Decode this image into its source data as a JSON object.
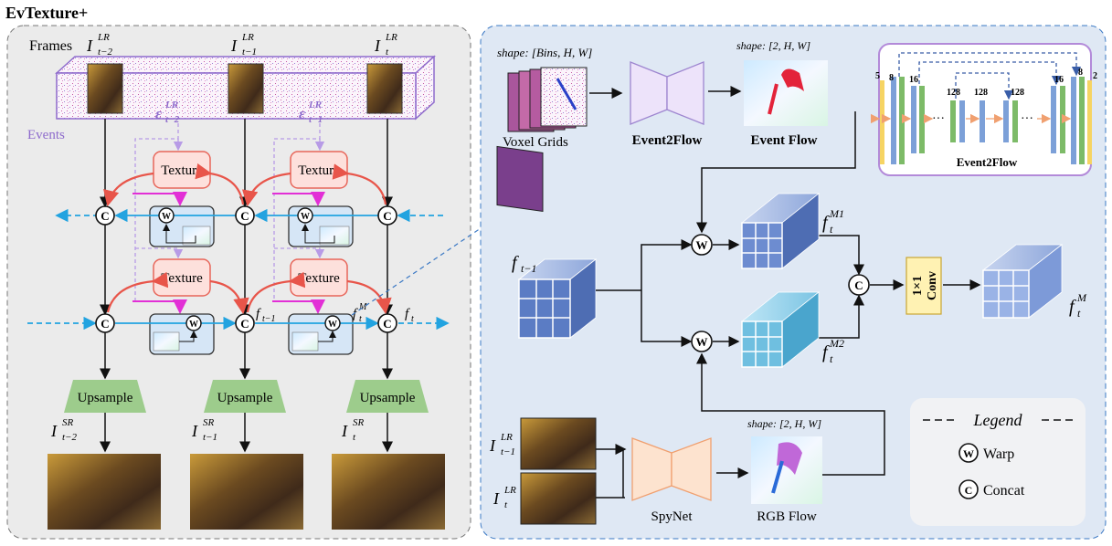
{
  "title": "EvTexture+",
  "left": {
    "frames_label": "Frames",
    "frame_labels": [
      {
        "base": "I",
        "sup": "LR",
        "sub": "t−2"
      },
      {
        "base": "I",
        "sup": "LR",
        "sub": "t−1"
      },
      {
        "base": "I",
        "sup": "LR",
        "sub": "t"
      }
    ],
    "event_labels": [
      {
        "base": "ε",
        "sup": "LR",
        "sub": "t−2"
      },
      {
        "base": "ε",
        "sup": "LR",
        "sub": "t−1"
      }
    ],
    "events_label": "Events",
    "texture_label": "Texture",
    "warp_symbol": "W",
    "concat_symbol": "C",
    "f_prev": {
      "base": "f",
      "sub": "t−1"
    },
    "f_m": {
      "base": "f",
      "sup": "M",
      "sub": "t"
    },
    "f_t": {
      "base": "f",
      "sub": "t"
    },
    "upsample_label": "Upsample",
    "sr_labels": [
      {
        "base": "I",
        "sup": "SR",
        "sub": "t−2"
      },
      {
        "base": "I",
        "sup": "SR",
        "sub": "t−1"
      },
      {
        "base": "I",
        "sup": "SR",
        "sub": "t"
      }
    ]
  },
  "right": {
    "voxel_shape": "shape: [Bins, H, W]",
    "voxel_label": "Voxel Grids",
    "event2flow_label": "Event2Flow",
    "event_flow_shape": "shape: [2, H, W]",
    "event_flow_label": "Event Flow",
    "unet": {
      "channels": [
        "5",
        "8",
        "16",
        "128",
        "128",
        "128",
        "16",
        "8",
        "2"
      ],
      "ellipsis": "···",
      "label": "Event2Flow"
    },
    "f_prev": {
      "base": "f",
      "sub": "t−1"
    },
    "fm1": {
      "base": "f",
      "sup": "M1",
      "sub": "t"
    },
    "fm2": {
      "base": "f",
      "sup": "M2",
      "sub": "t"
    },
    "fm": {
      "base": "f",
      "sup": "M",
      "sub": "t"
    },
    "conv_label_1": "1×1",
    "conv_label_2": "Conv",
    "in_frames": [
      {
        "base": "I",
        "sup": "LR",
        "sub": "t−1"
      },
      {
        "base": "I",
        "sup": "LR",
        "sub": "t"
      }
    ],
    "spynet_label": "SpyNet",
    "rgb_shape": "shape: [2, H, W]",
    "rgb_flow_label": "RGB Flow",
    "legend": {
      "title": "Legend",
      "warp_symbol": "W",
      "warp_label": "Warp",
      "concat_symbol": "C",
      "concat_label": "Concat"
    }
  },
  "colors": {
    "left_panel_bg": "#ebebeb",
    "right_panel_bg": "#dfe8f4",
    "texture_fill": "#fde0dc",
    "texture_stroke": "#e8665a",
    "flow_box_fill": "#d6e6f6",
    "upsample_fill": "#9dcc8c",
    "event_purple": "#8e6bcc",
    "arrow_blue": "#22a3e0",
    "red_arrow": "#e8554a",
    "magenta": "#e22fd6",
    "conv_fill": "#fff2b3",
    "spynet_fill": "#fde3cf",
    "e2f_fill": "#ede3fa"
  }
}
